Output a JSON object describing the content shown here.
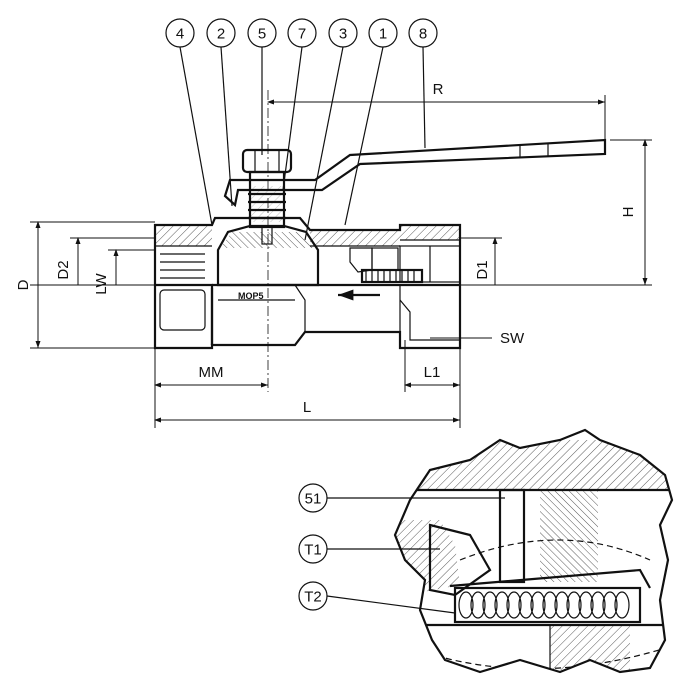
{
  "callouts": [
    "4",
    "2",
    "5",
    "7",
    "3",
    "1",
    "8"
  ],
  "detail_callouts": [
    "51",
    "T1",
    "T2"
  ],
  "dimensions": {
    "R": "R",
    "H": "H",
    "D": "D",
    "D2": "D2",
    "LW": "LW",
    "D1": "D1",
    "MM": "MM",
    "L1": "L1",
    "L": "L",
    "SW": "SW"
  },
  "body_marking": "MOP5"
}
